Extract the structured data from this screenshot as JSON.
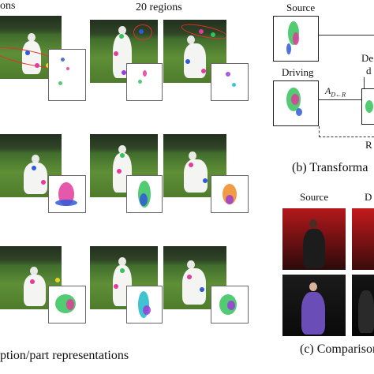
{
  "left_panel": {
    "header_left_fragment": "ons",
    "header_mid": "20 regions",
    "caption_fragment": "ption/part representations"
  },
  "right_panel": {
    "source_label": "Source",
    "driving_label": "Driving",
    "de_fragment_1": "De",
    "de_fragment_2": "d",
    "math_label": "A",
    "math_sub": "D←R",
    "r_fragment": "R",
    "caption_b": "(b) Transforma",
    "source_label_2": "Source",
    "d_fragment": "D",
    "caption_c": "(c) Comparison"
  },
  "colors": {
    "dot_palette": [
      "#e23b9b",
      "#2f5bd9",
      "#35c25a",
      "#f08a24",
      "#9b3bd8",
      "#1fb9c9",
      "#e8d62b"
    ],
    "ring": "#e0302a",
    "ted_red": "#b3181b"
  }
}
